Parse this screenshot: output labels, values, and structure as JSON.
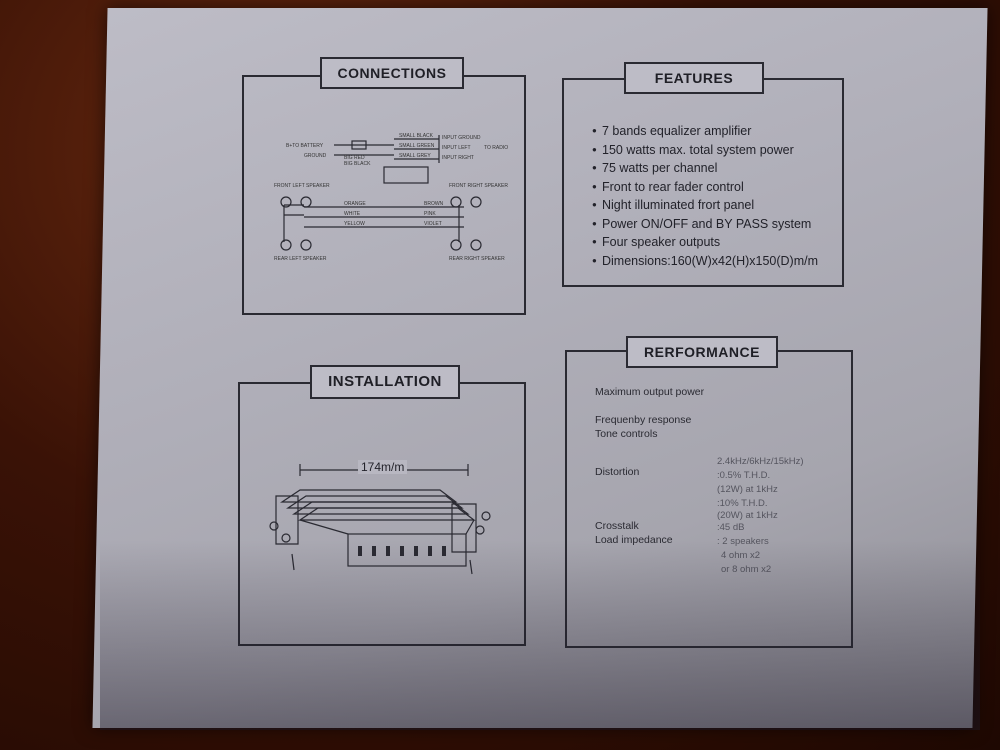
{
  "connections": {
    "title": "CONNECTIONS",
    "labels": {
      "battery": "B+TO BATTERY",
      "ground": "GROUND",
      "red": "BIG RED",
      "black": "BIG BLACK",
      "input_ground": "INPUT GROUND",
      "input_left": "INPUT LEFT",
      "input_right": "INPUT RIGHT",
      "small_black": "SMALL BLACK",
      "small_green": "SMALL GREEN",
      "small_grey": "SMALL GREY",
      "to_radio": "TO RADIO",
      "front_left": "FRONT LEFT SPEAKER",
      "front_right": "FRONT RIGHT SPEAKER",
      "rear_left": "REAR LEFT SPEAKER",
      "rear_right": "REAR RIGHT SPEAKER",
      "orange": "ORANGE",
      "white": "WHITE",
      "yellow": "YELLOW",
      "brown": "BROWN",
      "pink": "PINK",
      "violet": "VIOLET"
    }
  },
  "features": {
    "title": "FEATURES",
    "items": [
      "7 bands equalizer amplifier",
      "150 watts max. total system power",
      "75 watts per channel",
      "Front to rear fader control",
      "Night illuminated frort panel",
      "Power ON/OFF and BY PASS system",
      "Four speaker outputs",
      "Dimensions:160(W)x42(H)x150(D)m/m"
    ]
  },
  "installation": {
    "title": "INSTALLATION",
    "dimension": "174m/m"
  },
  "performance": {
    "title": "RERFORMANCE",
    "rows": [
      {
        "label": "Maximum output power"
      },
      {
        "label": "Frequenby response"
      },
      {
        "label": "Tone controls"
      },
      {
        "label": "Distortion"
      },
      {
        "label": "Crosstalk"
      },
      {
        "label": "Load impedance"
      }
    ],
    "values": [
      "2.4kHz/6kHz/15kHz)",
      ":0.5% T.H.D.",
      "(12W) at 1kHz",
      ":10% T.H.D.",
      "(20W) at 1kHz",
      ":45 dB",
      ": 2 speakers",
      "4 ohm x2",
      "or 8 ohm x2"
    ]
  }
}
